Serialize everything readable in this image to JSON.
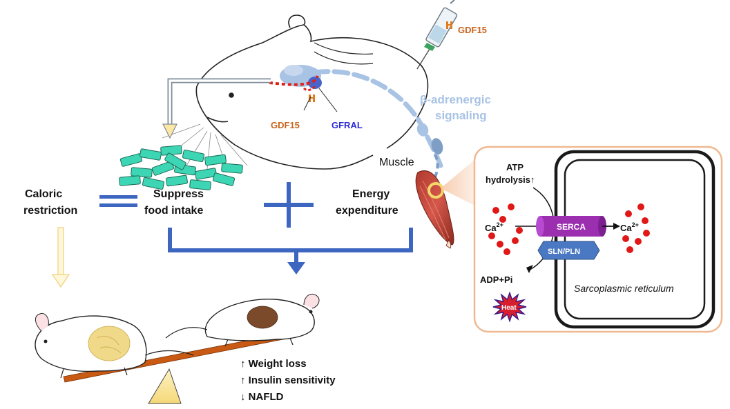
{
  "labels": {
    "gdf15_top": "GDF15",
    "gdf15_brain": "GDF15",
    "gfral": "GFRAL",
    "beta_line1": "β-adrenergic",
    "beta_line2": "signaling",
    "muscle": "Muscle",
    "caloric_line1": "Caloric",
    "caloric_line2": "restriction",
    "suppress_line1": "Suppress",
    "suppress_line2": "food intake",
    "energy_line1": "Energy",
    "energy_line2": "expenditure",
    "atp_line1": "ATP",
    "atp_line2": "hydrolysis↑",
    "ca_left": "Ca",
    "ca_right": "Ca",
    "ca_sup": "2+",
    "serca": "SERCA",
    "sln_pln": "SLN/PLN",
    "adp_pi": "ADP+Pi",
    "heat": "Heat",
    "sr": "Sarcoplasmic reticulum"
  },
  "outcomes": [
    {
      "arrow": "↑",
      "text": "Weight loss"
    },
    {
      "arrow": "↑",
      "text": "Insulin sensitivity"
    },
    {
      "arrow": "↓",
      "text": "NAFLD"
    }
  ],
  "colors": {
    "gdf15": "#c8641e",
    "gfral": "#2b2bd6",
    "signaling": "#a9c3e4",
    "structure_blue": "#3d66c0",
    "serca": "#9b2fb0",
    "sln": "#4a78c2",
    "calcium": "#e01818",
    "heat": "#d81e2c",
    "food": "#3dd6b4",
    "seesaw": "#c85a14",
    "inset_border": "#f0b890"
  }
}
